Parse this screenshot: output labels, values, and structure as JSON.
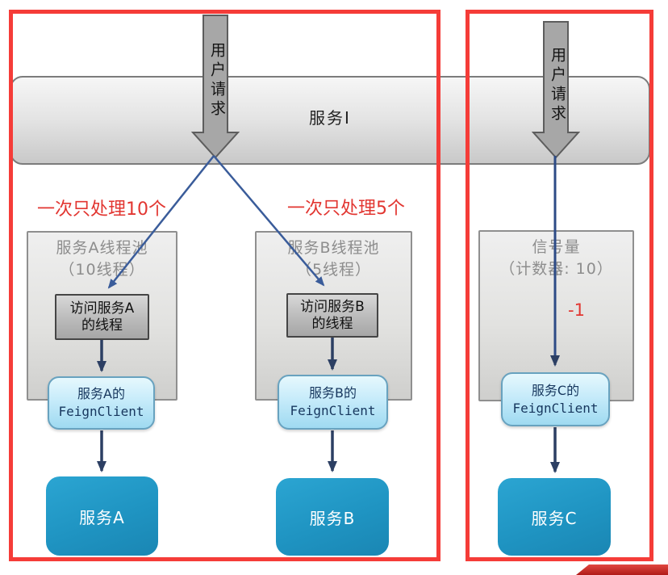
{
  "service_bar": {
    "label": "服务I"
  },
  "user_request": {
    "left": "用户请求",
    "right": "用户请求"
  },
  "annotations": {
    "thread_pool_a": "一次只处理10个",
    "thread_pool_b": "一次只处理5个",
    "semaphore_decrement": "-1"
  },
  "columns": [
    {
      "name": "service-a",
      "pool_title": "服务A线程池",
      "pool_subtitle": "（10线程）",
      "thread_line1": "访问服务A",
      "thread_line2": "的线程",
      "feign_line1": "服务A的",
      "feign_line2": "FeignClient",
      "service_label": "服务A"
    },
    {
      "name": "service-b",
      "pool_title": "服务B线程池",
      "pool_subtitle": "（5线程）",
      "thread_line1": "访问服务B",
      "thread_line2": "的线程",
      "feign_line1": "服务B的",
      "feign_line2": "FeignClient",
      "service_label": "服务B"
    },
    {
      "name": "service-c",
      "pool_title": "信号量",
      "pool_subtitle": "（计数器: 10）",
      "feign_line1": "服务C的",
      "feign_line2": "FeignClient",
      "service_label": "服务C"
    }
  ],
  "colors": {
    "frame_red": "#f53c38",
    "annotation_red": "#e23631",
    "connector_blue": "#3a5c9a",
    "arrow_navy": "#2c3f63",
    "service_teal": "#1f94c2",
    "feign_light_blue": "#c6ebfa",
    "pool_gray_text": "#8d8d8d",
    "gray_arrow_fill": "#a7a7a7"
  }
}
